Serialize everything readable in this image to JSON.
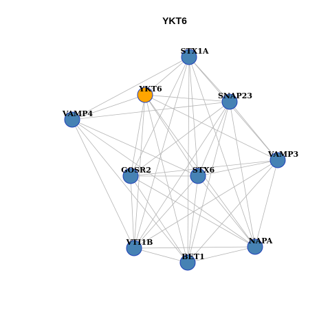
{
  "title": "YKT6",
  "colors": {
    "node_default": "#4682b4",
    "node_highlight": "#ffa500",
    "node_border": "#1f3fb8",
    "edge": "#b3b3b3"
  },
  "nodes": [
    {
      "id": "STX1A",
      "label": "STX1A",
      "highlight": false
    },
    {
      "id": "YKT6",
      "label": "YKT6",
      "highlight": true
    },
    {
      "id": "SNAP23",
      "label": "SNAP23",
      "highlight": false
    },
    {
      "id": "VAMP4",
      "label": "VAMP4",
      "highlight": false
    },
    {
      "id": "VAMP3",
      "label": "VAMP3",
      "highlight": false
    },
    {
      "id": "GOSR2",
      "label": "GOSR2",
      "highlight": false
    },
    {
      "id": "STX6",
      "label": "STX6",
      "highlight": false
    },
    {
      "id": "NAPA",
      "label": "NAPA",
      "highlight": false
    },
    {
      "id": "VTI1B",
      "label": "VTI1B",
      "highlight": false
    },
    {
      "id": "BET1",
      "label": "BET1",
      "highlight": false
    }
  ],
  "edges": [
    [
      "STX1A",
      "YKT6"
    ],
    [
      "STX1A",
      "VAMP4"
    ],
    [
      "STX1A",
      "SNAP23"
    ],
    [
      "STX1A",
      "VAMP3"
    ],
    [
      "STX1A",
      "GOSR2"
    ],
    [
      "STX1A",
      "STX6"
    ],
    [
      "STX1A",
      "VTI1B"
    ],
    [
      "STX1A",
      "BET1"
    ],
    [
      "STX1A",
      "NAPA"
    ],
    [
      "YKT6",
      "VAMP4"
    ],
    [
      "YKT6",
      "SNAP23"
    ],
    [
      "YKT6",
      "VAMP3"
    ],
    [
      "YKT6",
      "GOSR2"
    ],
    [
      "YKT6",
      "STX6"
    ],
    [
      "YKT6",
      "VTI1B"
    ],
    [
      "YKT6",
      "BET1"
    ],
    [
      "YKT6",
      "NAPA"
    ],
    [
      "SNAP23",
      "VAMP4"
    ],
    [
      "SNAP23",
      "VAMP3"
    ],
    [
      "SNAP23",
      "GOSR2"
    ],
    [
      "SNAP23",
      "STX6"
    ],
    [
      "SNAP23",
      "VTI1B"
    ],
    [
      "SNAP23",
      "BET1"
    ],
    [
      "SNAP23",
      "NAPA"
    ],
    [
      "VAMP4",
      "STX6"
    ],
    [
      "VAMP4",
      "VTI1B"
    ],
    [
      "VAMP4",
      "BET1"
    ],
    [
      "VAMP4",
      "NAPA"
    ],
    [
      "VAMP3",
      "GOSR2"
    ],
    [
      "VAMP3",
      "STX6"
    ],
    [
      "VAMP3",
      "VTI1B"
    ],
    [
      "VAMP3",
      "BET1"
    ],
    [
      "VAMP3",
      "NAPA"
    ],
    [
      "GOSR2",
      "STX6"
    ],
    [
      "GOSR2",
      "VTI1B"
    ],
    [
      "GOSR2",
      "BET1"
    ],
    [
      "GOSR2",
      "NAPA"
    ],
    [
      "STX6",
      "VTI1B"
    ],
    [
      "STX6",
      "BET1"
    ],
    [
      "STX6",
      "NAPA"
    ],
    [
      "VTI1B",
      "BET1"
    ],
    [
      "VTI1B",
      "NAPA"
    ],
    [
      "BET1",
      "NAPA"
    ]
  ]
}
